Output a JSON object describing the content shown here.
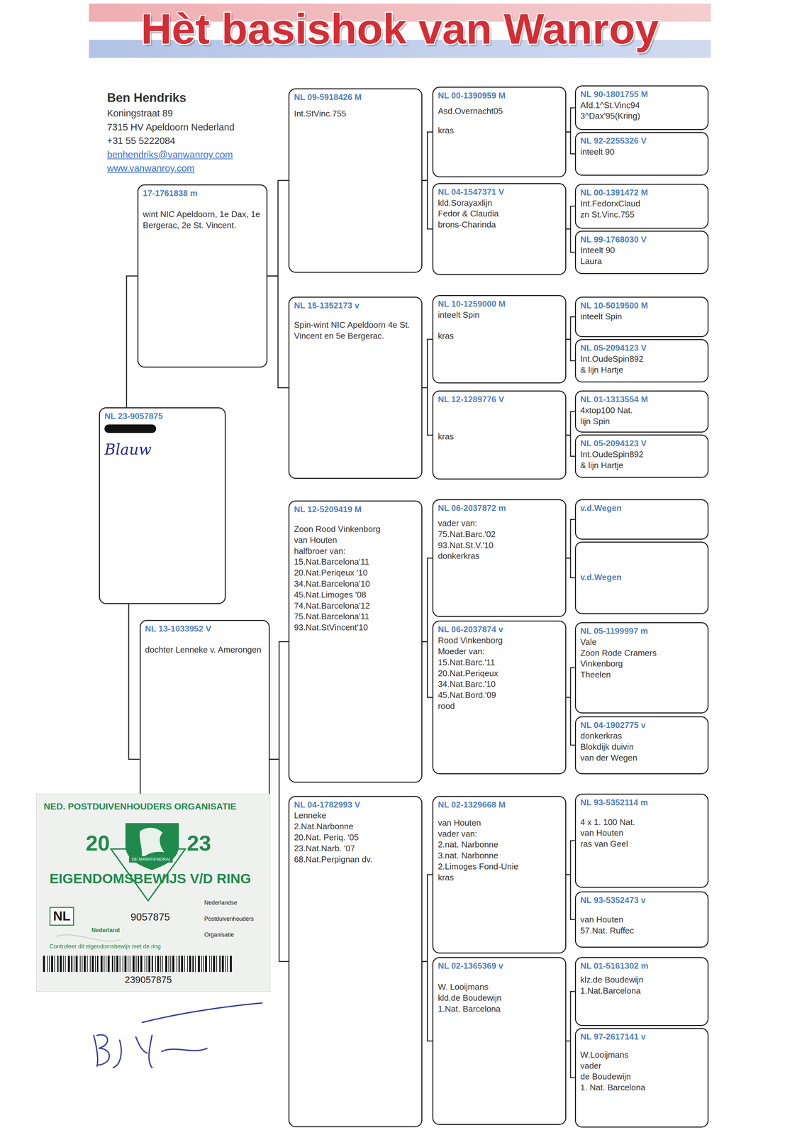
{
  "diagram": {
    "title": "Hèt basishok van Wanroy",
    "nodes": [
      {
        "text": [
          "NL 23-9057875",
          "Blauw"
        ]
      },
      {
        "text": [
          "17-1761838 m",
          "wint NIC Apeldoorn, 1e Dax, 1e Bergerac, 2e St. Vincent."
        ]
      },
      {
        "text": [
          "NL 13-1033952 V",
          "dochter Lenneke v. Amerongen"
        ]
      },
      {
        "text": [
          "NL 09-5918426 M",
          "Int.StVinc.755"
        ]
      },
      {
        "text": [
          "NL 15-1352173 v",
          "Spin-wint NIC Apeldoorn 4e St. Vincent en 5e Bergerac."
        ]
      },
      {
        "text": [
          "NL 12-5209419 M",
          "Zoon Rood Vinkenborg",
          "van Houten",
          "halfbroer van:",
          "15.Nat.Barcelona'11",
          "20.Nat.Periqeux '10",
          "34.Nat.Barcelona'10",
          "45.Nat.Limoges '08",
          "74.Nat.Barcelona'12",
          "75.Nat.Barcelona'11",
          "93.Nat.StVincent'10"
        ]
      },
      {
        "text": [
          "NL 04-1782993 V",
          "Lenneke",
          "2.Nat.Narbonne",
          "20.Nat. Periq. '05",
          "23.Nat.Narb. '07",
          "68.Nat.Perpignan dv."
        ]
      },
      {
        "text": [
          "NL 00-1390959 M",
          "Asd.Overnacht05",
          "kras"
        ]
      },
      {
        "text": [
          "NL 04-1547371 V",
          "kld.Sorayaxlijn",
          "Fedor & Claudia",
          "brons-Charinda"
        ]
      },
      {
        "text": [
          "NL 10-1259000 M",
          "inteelt Spin",
          "kras"
        ]
      },
      {
        "text": [
          "NL 12-1289776 V",
          "kras"
        ]
      },
      {
        "text": [
          "NL 06-2037872 m",
          "vader van:",
          "75.Nat.Barc.'02",
          "93.Nat.St.V.'10",
          "donkerkras"
        ]
      },
      {
        "text": [
          "NL 06-2037874 v",
          "Rood Vinkenborg",
          "Moeder van:",
          "15.Nat.Barc.'11",
          "20.Nat.Periqeux",
          "34.Nat.Barc.'10",
          "45.Nat.Bord.'09",
          "rood"
        ]
      },
      {
        "text": [
          "NL 02-1329668 M",
          "van Houten",
          "vader van:",
          "2.nat. Narbonne",
          "3.nat. Narbonne",
          "2.Limoges Fond-Unie",
          "kras"
        ]
      },
      {
        "text": [
          "NL 02-1365369 v",
          "W. Looijmans",
          "kld.de Boudewijn",
          "1.Nat. Barcelona"
        ]
      },
      {
        "text": [
          "NL 90-1801755 M",
          "Afd.1^St.Vinc94",
          "3^Dax'95(Kring)"
        ]
      },
      {
        "text": [
          "NL 92-2255326 V",
          "inteelt 90"
        ]
      },
      {
        "text": [
          "NL 00-1391472 M",
          "Int.FedorxClaud",
          "zn St.Vinc.755"
        ]
      },
      {
        "text": [
          "NL 99-1768030 V",
          "Inteelt 90",
          "Laura"
        ]
      },
      {
        "text": [
          "NL 10-5019500 M",
          "inteelt Spin"
        ]
      },
      {
        "text": [
          "NL 05-2094123 V",
          "Int.OudeSpin892",
          "& lijn Hartje"
        ]
      },
      {
        "text": [
          "NL 01-1313554 M",
          "4xtop100 Nat.",
          "lijn Spin"
        ]
      },
      {
        "text": [
          "NL 05-2094123 V",
          "Int.OudeSpin892",
          "& lijn Hartje"
        ]
      },
      {
        "text": [
          "v.d.Wegen"
        ]
      },
      {
        "text": [
          "v.d.Wegen"
        ]
      },
      {
        "text": [
          "NL 05-1199997 m",
          "Vale",
          "Zoon Rode Cramers",
          "Vinkenborg",
          "Theelen"
        ]
      },
      {
        "text": [
          "NL 04-1902775 v",
          "donkerkras",
          "Blokdijk duivin",
          "van der Wegen"
        ]
      },
      {
        "text": [
          "NL 93-5352114 m",
          "4 x 1. 100 Nat.",
          "van Houten",
          "ras van Geel"
        ]
      },
      {
        "text": [
          "NL 93-5352473 v",
          "van Houten",
          "57.Nat. Ruffec"
        ]
      },
      {
        "text": [
          "NL 01-5161302 m",
          "klz.de Boudewijn",
          "1.Nat.Barcelona"
        ]
      },
      {
        "text": [
          "NL 97-2617141 v",
          "W.Looijmans",
          "vader",
          "de Boudewijn",
          "1. Nat. Barcelona"
        ]
      }
    ],
    "edges": [
      {
        "from": 0,
        "to": 1,
        "arrow": "none"
      },
      {
        "from": 0,
        "to": 2,
        "arrow": "none"
      },
      {
        "from": 1,
        "to": 3,
        "arrow": "none"
      },
      {
        "from": 1,
        "to": 4,
        "arrow": "none"
      },
      {
        "from": 2,
        "to": 5,
        "arrow": "none"
      },
      {
        "from": 2,
        "to": 6,
        "arrow": "none"
      },
      {
        "from": 3,
        "to": 7,
        "arrow": "none"
      },
      {
        "from": 3,
        "to": 8,
        "arrow": "none"
      },
      {
        "from": 4,
        "to": 9,
        "arrow": "none"
      },
      {
        "from": 4,
        "to": 10,
        "arrow": "none"
      },
      {
        "from": 5,
        "to": 11,
        "arrow": "none"
      },
      {
        "from": 5,
        "to": 12,
        "arrow": "none"
      },
      {
        "from": 6,
        "to": 13,
        "arrow": "none"
      },
      {
        "from": 6,
        "to": 14,
        "arrow": "none"
      },
      {
        "from": 7,
        "to": 15,
        "arrow": "none"
      },
      {
        "from": 7,
        "to": 16,
        "arrow": "none"
      },
      {
        "from": 8,
        "to": 17,
        "arrow": "none"
      },
      {
        "from": 8,
        "to": 18,
        "arrow": "none"
      },
      {
        "from": 9,
        "to": 19,
        "arrow": "none"
      },
      {
        "from": 9,
        "to": 20,
        "arrow": "none"
      },
      {
        "from": 10,
        "to": 21,
        "arrow": "none"
      },
      {
        "from": 10,
        "to": 22,
        "arrow": "none"
      },
      {
        "from": 11,
        "to": 23,
        "arrow": "none"
      },
      {
        "from": 11,
        "to": 24,
        "arrow": "none"
      },
      {
        "from": 12,
        "to": 25,
        "arrow": "none"
      },
      {
        "from": 12,
        "to": 26,
        "arrow": "none"
      },
      {
        "from": 13,
        "to": 27,
        "arrow": "none"
      },
      {
        "from": 13,
        "to": 28,
        "arrow": "none"
      },
      {
        "from": 14,
        "to": 29,
        "arrow": "none"
      },
      {
        "from": 14,
        "to": 30,
        "arrow": "none"
      }
    ],
    "labels": [
      "Ben Hendriks",
      "Koningstraat 89",
      "7315 HV Apeldoorn Nederland",
      "+31 55 5222084",
      "benhendriks@vanwanroy.com",
      "www.vanwanroy.com",
      "NED. POSTDUIVENHOUDERS ORGANISATIE",
      "20",
      "23",
      "DE MAINTIENDRAI",
      "EIGENDOMSBEWIJS V/D RING",
      "NL",
      "9057875",
      "Nederland",
      "Nederlandse",
      "Postduivenhouders",
      "Organisatie",
      "Controleer dit eigendomsbewijs met de ring",
      "239057875"
    ]
  }
}
